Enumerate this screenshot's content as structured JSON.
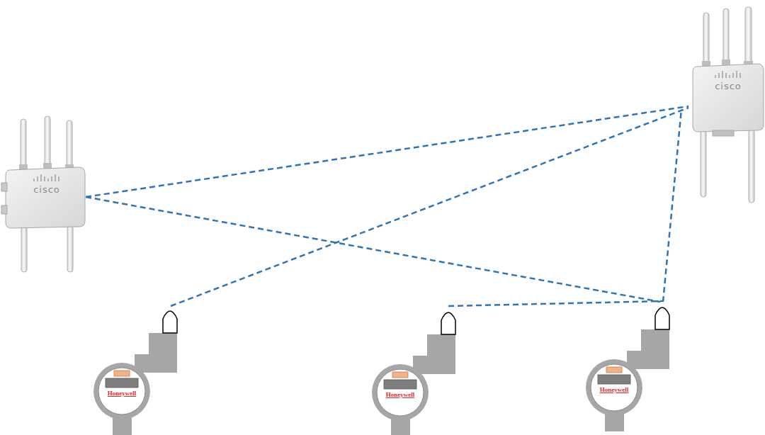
{
  "diagram": {
    "nodes": [
      {
        "text": [
          "Honeywell"
        ]
      },
      {
        "text": [
          "Honeywell"
        ]
      },
      {
        "text": [
          "Honeywell"
        ]
      }
    ],
    "edges": [
      {
        "from": 1,
        "to": 2,
        "arrow": "none"
      }
    ],
    "labels": [
      "cisco",
      "cisco"
    ]
  }
}
